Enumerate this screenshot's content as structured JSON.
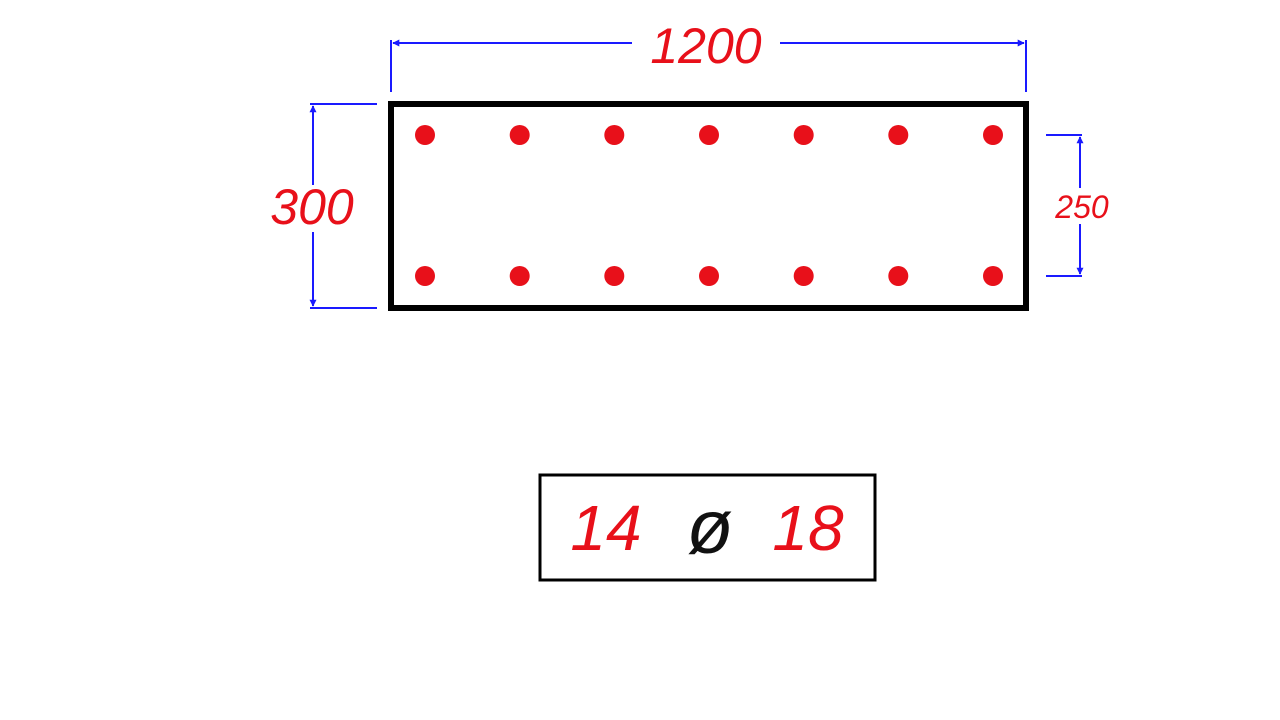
{
  "dimensions": {
    "width_label": "1200",
    "height_label": "300",
    "bar_spacing_label": "250"
  },
  "section": {
    "bars_per_row": 7,
    "rows": 2
  },
  "callout": {
    "bar_count": "14",
    "diameter_symbol": "ø",
    "bar_diameter": "18"
  },
  "colors": {
    "outline": "#000000",
    "rebar": "#e8101a",
    "dimension_line": "#1a1aff",
    "dimension_text": "#e8101a"
  }
}
